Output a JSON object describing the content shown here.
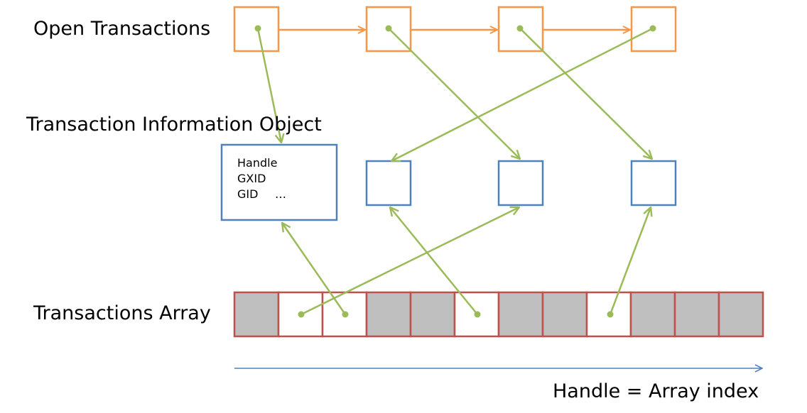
{
  "labels": {
    "open_transactions": "Open Transactions",
    "transaction_information_object": "Transaction Information Object",
    "transactions_array": "Transactions Array",
    "handle_index": "Handle  = Array index"
  },
  "info_object_fields": [
    "Handle",
    "GXID",
    "GID",
    "…"
  ],
  "colors": {
    "open_list": "#F79646",
    "info_object": "#4F81BD",
    "array_border": "#C0504D",
    "array_used": "#BFBFBF",
    "array_free": "#FFFFFF",
    "pointer": "#9BBB59",
    "index_axis": "#4F81BD"
  },
  "array_cells": [
    "used",
    "free",
    "free",
    "used",
    "used",
    "free",
    "used",
    "used",
    "free",
    "used",
    "used",
    "used"
  ]
}
